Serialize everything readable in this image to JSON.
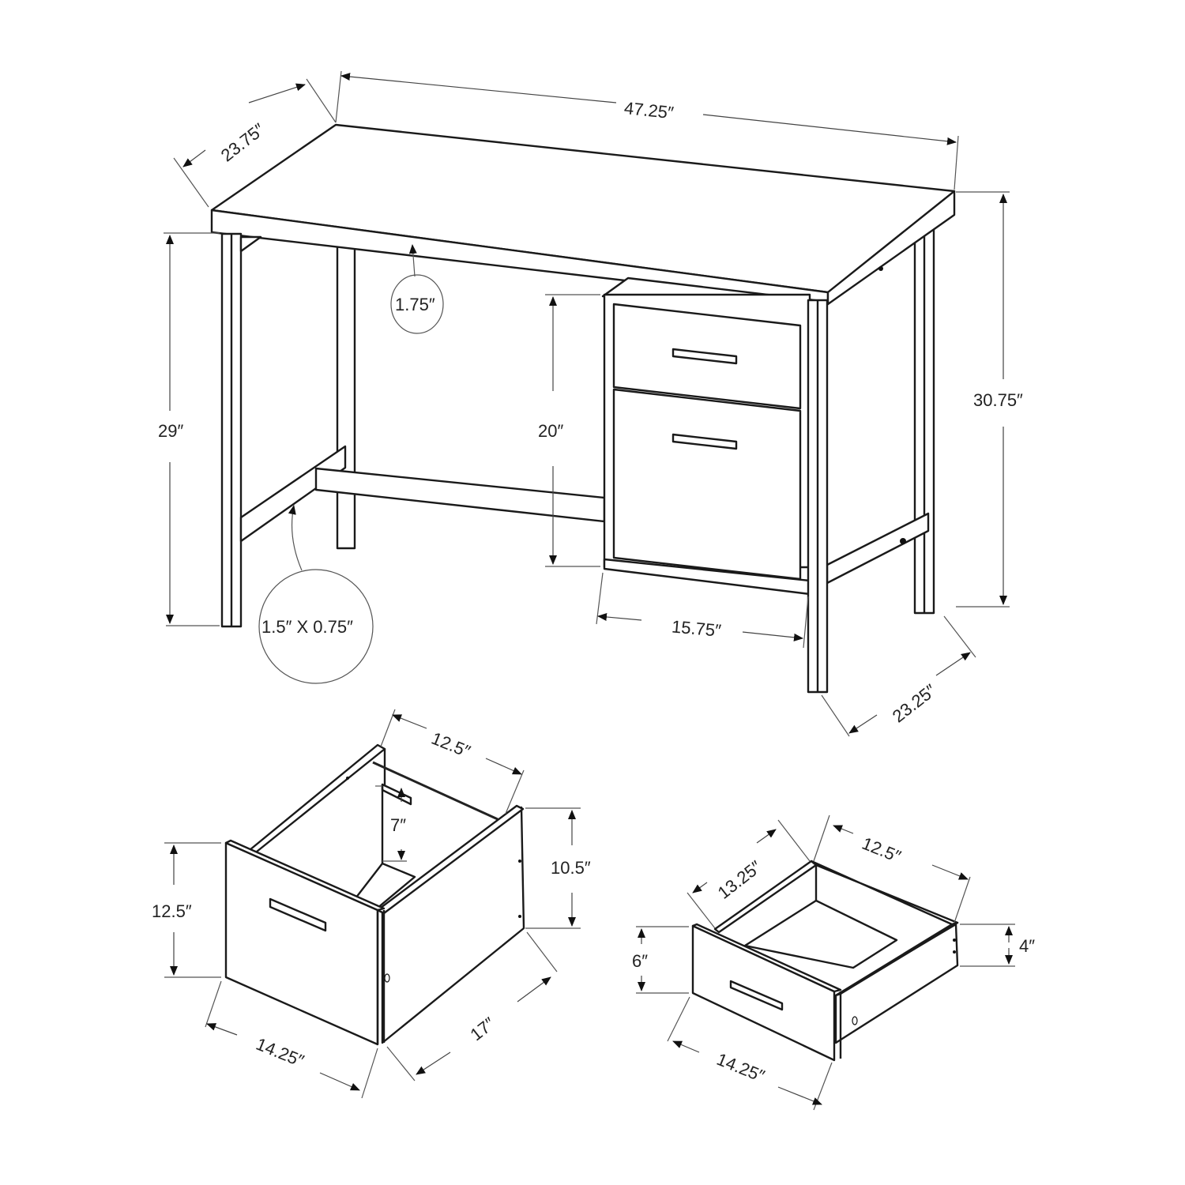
{
  "desk": {
    "width": "47.25″",
    "depth_top": "23.75″",
    "depth_base": "23.25″",
    "total_height": "30.75″",
    "leg_height": "29″",
    "top_thickness": "1.75″",
    "leg_profile": "1.5″ X 0.75″",
    "cabinet_height": "20″",
    "cabinet_width": "15.75″"
  },
  "file_drawer": {
    "interior_width": "12.5″",
    "rail_height": "7″",
    "side_height": "10.5″",
    "front_height": "12.5″",
    "front_width": "14.25″",
    "depth": "17″"
  },
  "small_drawer": {
    "depth": "13.25″",
    "interior_width": "12.5″",
    "front_height": "6″",
    "side_height": "4″",
    "front_width": "14.25″"
  },
  "colors": {
    "line": "#1a1a1a",
    "dimension": "#444444",
    "background": "#ffffff"
  }
}
